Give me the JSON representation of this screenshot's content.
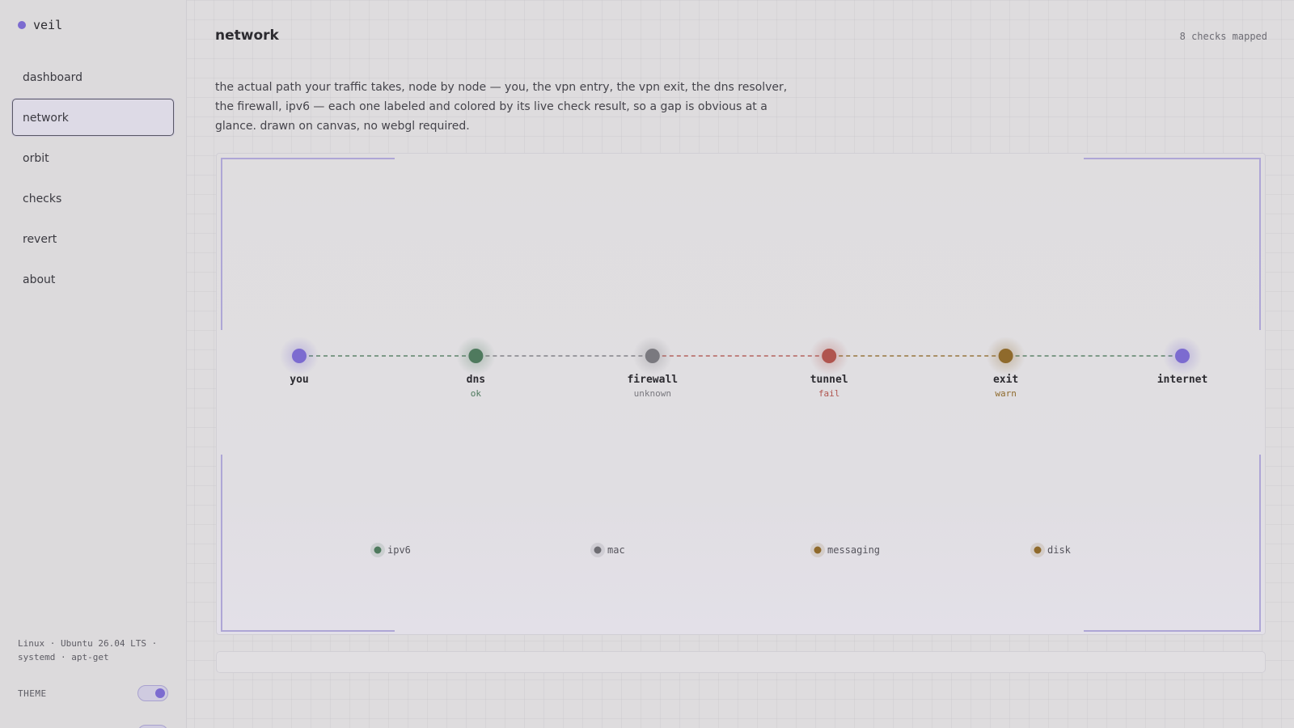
{
  "brand": {
    "name": "veil",
    "dot_color": "#7c6bd0"
  },
  "sidebar": {
    "items": [
      {
        "label": "dashboard",
        "active": false
      },
      {
        "label": "network",
        "active": true
      },
      {
        "label": "orbit",
        "active": false
      },
      {
        "label": "checks",
        "active": false
      },
      {
        "label": "revert",
        "active": false
      },
      {
        "label": "about",
        "active": false
      }
    ],
    "system_info": "Linux · Ubuntu 26.04 LTS · systemd · apt-get",
    "theme_label": "THEME"
  },
  "header": {
    "title": "network",
    "checks_mapped": "8 checks mapped"
  },
  "description": "the actual path your traffic takes, node by node — you, the vpn entry, the vpn exit, the dns resolver, the firewall, ipv6 — each one labeled and colored by its live check result, so a gap is obvious at a glance. drawn on canvas, no webgl required.",
  "colors": {
    "accent": "#7c6bd0",
    "ok": "#4f7a5e",
    "unknown": "#7a797f",
    "fail": "#b0554f",
    "warn": "#8f6a2c"
  },
  "path_nodes": [
    {
      "label": "you",
      "status": "",
      "color": "#7c6bd0"
    },
    {
      "label": "dns",
      "status": "ok",
      "color": "#4f7a5e"
    },
    {
      "label": "firewall",
      "status": "unknown",
      "color": "#7a797f"
    },
    {
      "label": "tunnel",
      "status": "fail",
      "color": "#b0554f"
    },
    {
      "label": "exit",
      "status": "warn",
      "color": "#8f6a2c"
    },
    {
      "label": "internet",
      "status": "",
      "color": "#7c6bd0"
    }
  ],
  "aux_checks": [
    {
      "label": "ipv6",
      "color": "#4f7a5e"
    },
    {
      "label": "mac",
      "color": "#6e6d73"
    },
    {
      "label": "messaging",
      "color": "#8f6a2c"
    },
    {
      "label": "disk",
      "color": "#8f6a2c"
    }
  ]
}
